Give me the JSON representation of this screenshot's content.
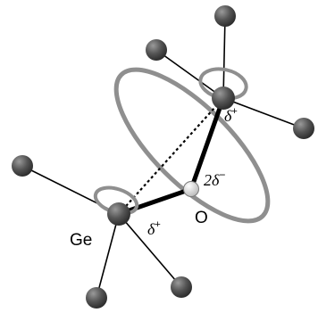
{
  "labels": {
    "ge": "Ge",
    "o": "O",
    "delta_ge": "δ",
    "delta_ge_sup": "+",
    "delta_top": "δ",
    "delta_top_sup": "+",
    "delta_o": "2δ",
    "delta_o_sup": "−"
  },
  "colors": {
    "atom_gray": "#4a4a4a",
    "oxygen": "#d4d4d4",
    "ring": "#8f8f8f",
    "bond": "#000000"
  }
}
